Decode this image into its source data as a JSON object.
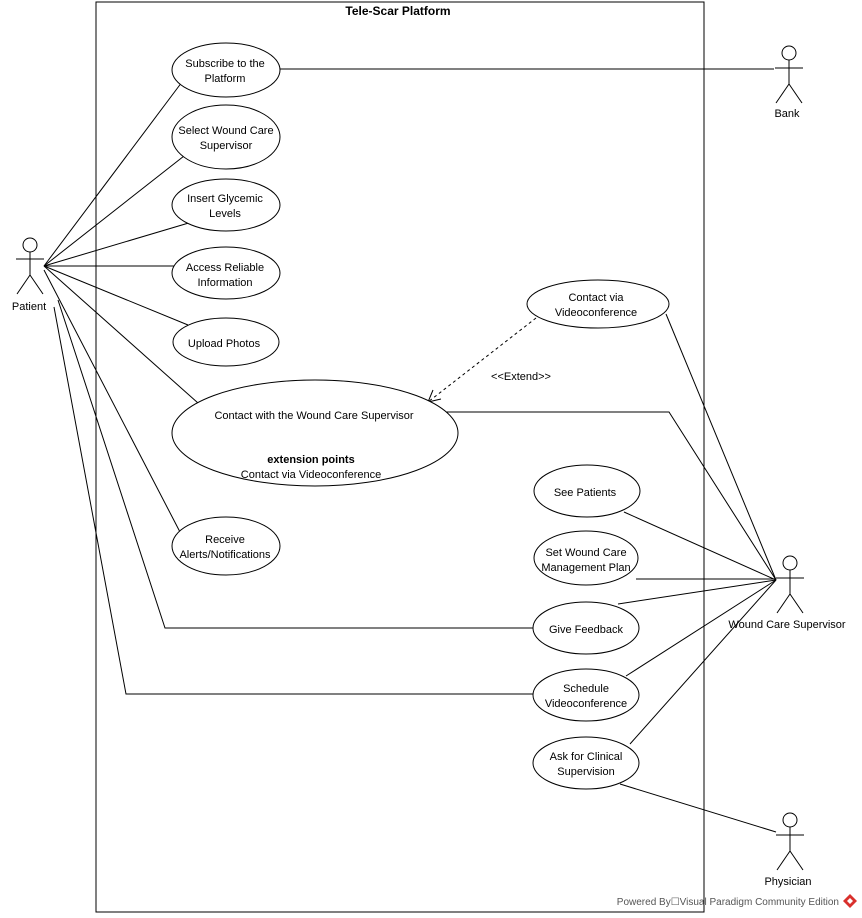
{
  "system": {
    "title": "Tele-Scar Platform"
  },
  "actors": {
    "patient": "Patient",
    "bank": "Bank",
    "supervisor": "Wound Care Supervisor",
    "physician": "Physician"
  },
  "use_cases": {
    "subscribe": [
      "Subscribe to the",
      "Platform"
    ],
    "select_supervisor": [
      "Select Wound Care",
      "Supervisor"
    ],
    "insert_glycemic": [
      "Insert Glycemic",
      "Levels"
    ],
    "access_info": [
      "Access Reliable",
      "Information"
    ],
    "upload_photos": [
      "Upload Photos"
    ],
    "contact_supervisor": {
      "title": "Contact with the Wound Care Supervisor",
      "ext_heading": "extension points",
      "ext_point": "Contact via Videoconference"
    },
    "contact_video": [
      "Contact via",
      "Videoconference"
    ],
    "receive_alerts": [
      "Receive",
      "Alerts/Notifications"
    ],
    "see_patients": [
      "See Patients"
    ],
    "set_plan": [
      "Set  Wound Care",
      "Management Plan"
    ],
    "give_feedback": [
      "Give Feedback"
    ],
    "schedule_video": [
      "Schedule",
      "Videoconference"
    ],
    "ask_supervision": [
      "Ask for Clinical",
      "Supervision"
    ]
  },
  "relations": {
    "extend_label": "<<Extend>>"
  },
  "footer": {
    "text": "Powered By☐Visual Paradigm Community Edition"
  }
}
